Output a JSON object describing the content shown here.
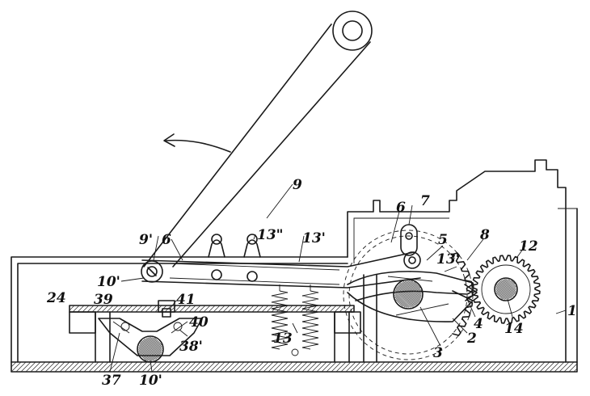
{
  "labels": {
    "n1": "1",
    "n2": "2",
    "n3": "3",
    "n4": "4",
    "n5": "5",
    "n6a": "6",
    "n6b": "6",
    "n7": "7",
    "n8": "8",
    "n9": "9",
    "n9p": "9'",
    "n10p": "10'",
    "n10pb": "10'",
    "n12": "12",
    "n13": "13",
    "n13p": "13'",
    "n13p_b": "13'",
    "n13pp": "13\"",
    "n14": "14",
    "n24": "24",
    "n37": "37",
    "n38": "38'",
    "n39": "39",
    "n40": "40",
    "n41": "41"
  },
  "colors": {
    "ink": "#1a1a1a",
    "paper": "#ffffff"
  }
}
